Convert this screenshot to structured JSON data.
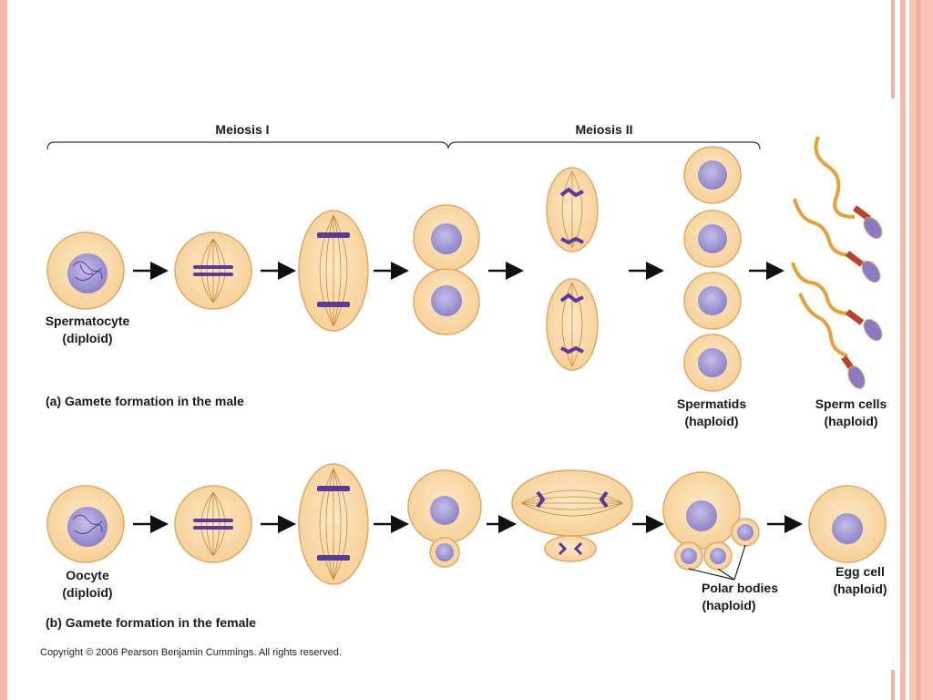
{
  "phases": {
    "meiosis1": "Meiosis I",
    "meiosis2": "Meiosis II"
  },
  "male": {
    "spermatocyte_line1": "Spermatocyte",
    "spermatocyte_line2": "(diploid)",
    "caption": "(a) Gamete formation in the male",
    "spermatids_line1": "Spermatids",
    "spermatids_line2": "(haploid)",
    "sperm_line1": "Sperm cells",
    "sperm_line2": "(haploid)"
  },
  "female": {
    "oocyte_line1": "Oocyte",
    "oocyte_line2": "(diploid)",
    "caption": "(b) Gamete formation in the female",
    "polar_line1": "Polar bodies",
    "polar_line2": "(haploid)",
    "egg_line1": "Egg cell",
    "egg_line2": "(haploid)"
  },
  "copyright": "Copyright © 2006 Pearson Benjamin Cummings. All rights reserved.",
  "colors": {
    "cell_fill": "#f9d9a7",
    "cell_stroke": "#e3a866",
    "nucleus": "#8a7cc4",
    "chromosome": "#5b3a9a",
    "spindle": "#c98a3e",
    "sperm_tail": "#e6a13f",
    "sperm_midpiece": "#b5452a",
    "frame": "#f6b8a8"
  }
}
